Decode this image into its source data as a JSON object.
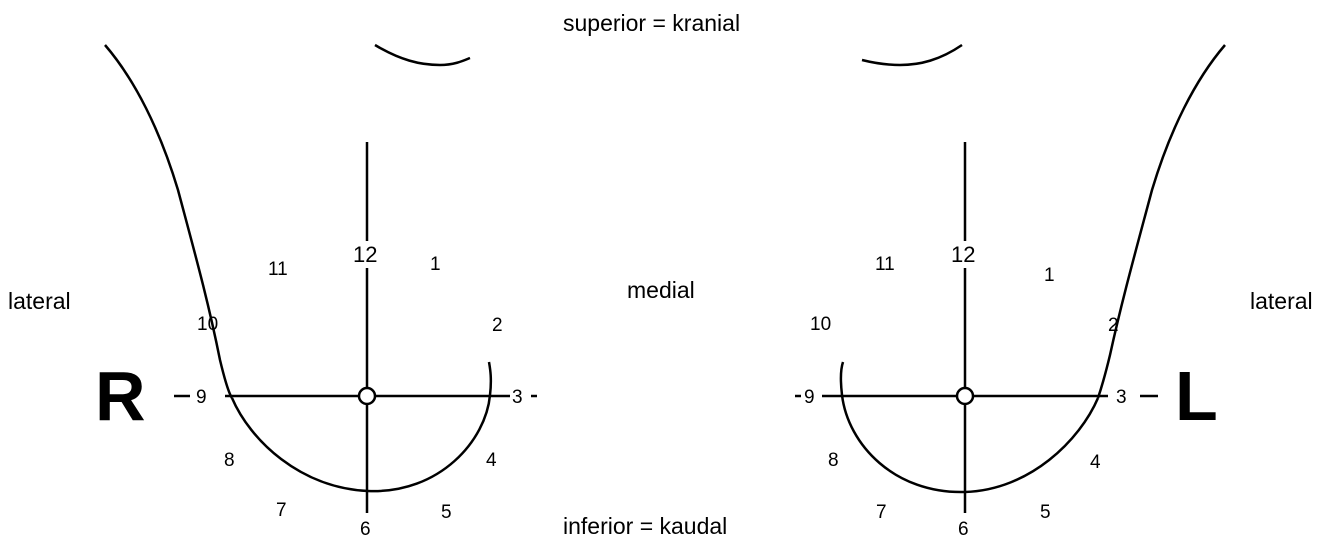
{
  "labels": {
    "superior": "superior = kranial",
    "inferior": "inferior = kaudal",
    "medial": "medial",
    "lateral_left": "lateral",
    "lateral_right": "lateral"
  },
  "breasts": {
    "right": {
      "side_letter": "R",
      "clock": {
        "c12": "12",
        "c1": "1",
        "c2": "2",
        "c3": "3",
        "c4": "4",
        "c5": "5",
        "c6": "6",
        "c7": "7",
        "c8": "8",
        "c9": "9",
        "c10": "10",
        "c11": "11"
      }
    },
    "left": {
      "side_letter": "L",
      "clock": {
        "c12": "12",
        "c1": "1",
        "c2": "2",
        "c3": "3",
        "c4": "4",
        "c5": "5",
        "c6": "6",
        "c7": "7",
        "c8": "8",
        "c9": "9",
        "c10": "10",
        "c11": "11"
      }
    }
  }
}
